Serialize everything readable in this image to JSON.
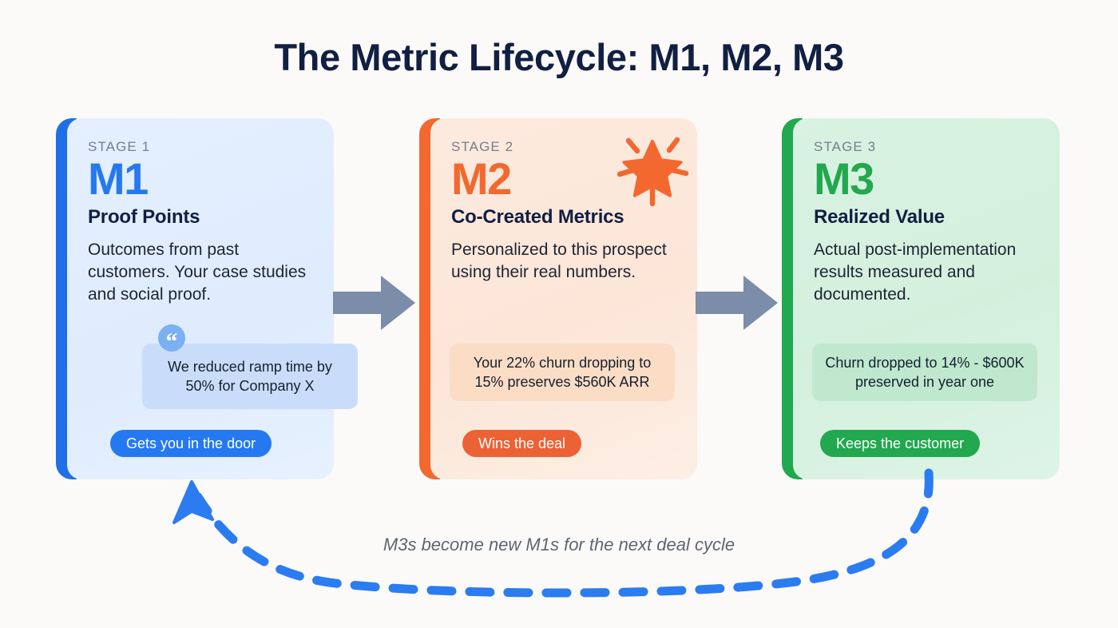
{
  "page": {
    "title": "The Metric Lifecycle: M1, M2, M3",
    "background_color": "#fbfaf8",
    "title_color": "#111f42"
  },
  "cards": [
    {
      "stage_label": "STAGE 1",
      "code": "M1",
      "heading": "Proof Points",
      "description": "Outcomes from past customers. Your case studies and social proof.",
      "callout": "We reduced ramp time by 50% for Company X",
      "badge": "Gets you in the door",
      "accent_color": "#1f6fe8",
      "code_color": "#2579f0",
      "body_bg": "#e2eeff",
      "callout_bg": "#c9ddfb",
      "badge_bg": "#2579f0",
      "icon": "quote-icon"
    },
    {
      "stage_label": "STAGE 2",
      "code": "M2",
      "heading": "Co-Created Metrics",
      "description": "Personalized to this prospect using their real numbers.",
      "callout": "Your 22% churn dropping to 15% preserves $560K ARR",
      "badge": "Wins the deal",
      "accent_color": "#f2682f",
      "code_color": "#f2682f",
      "body_bg": "#fce8da",
      "callout_bg": "#fbdcc5",
      "badge_bg": "#ec6234",
      "icon": "star-burst-icon"
    },
    {
      "stage_label": "STAGE 3",
      "code": "M3",
      "heading": "Realized Value",
      "description": "Actual post-implementation results measured and documented.",
      "callout": "Churn dropped to 14% - $600K preserved in year one",
      "badge": "Keeps the customer",
      "accent_color": "#22a84e",
      "code_color": "#22a84e",
      "body_bg": "#d7f1e0",
      "callout_bg": "#bfe8cf",
      "badge_bg": "#22a84e",
      "icon": "none"
    }
  ],
  "connectors": {
    "color": "#7b8da8",
    "count": 2
  },
  "loop": {
    "label": "M3s become new M1s for the next deal cycle",
    "color": "#2b7cf0",
    "style": "dashed",
    "label_color": "#5e6672"
  }
}
